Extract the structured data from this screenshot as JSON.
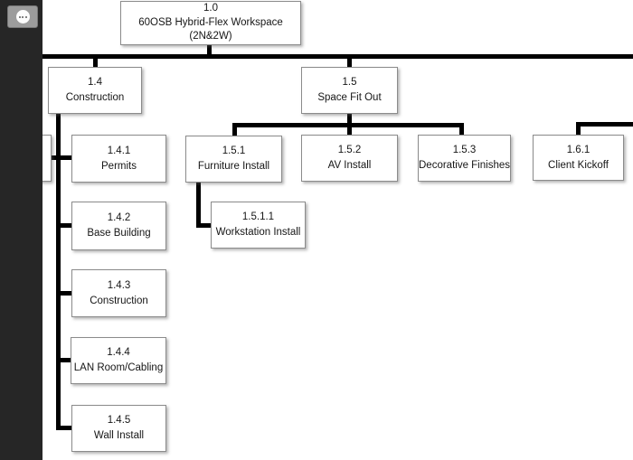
{
  "app": {
    "sidebar": {
      "more_button": "ellipsis-menu"
    }
  },
  "colors": {
    "connector_line": "#000000",
    "node_border": "#8b8b8b",
    "node_bg": "#ffffff",
    "sidebar_bg": "#262626",
    "button_bg": "#9c9c9c"
  },
  "nodes": {
    "root": {
      "id": "1.0",
      "label": "60OSB Hybrid-Flex Workspace",
      "sublabel": "(2N&2W)"
    },
    "n14": {
      "id": "1.4",
      "label": "Construction"
    },
    "n15": {
      "id": "1.5",
      "label": "Space Fit Out"
    },
    "n141": {
      "id": "1.4.1",
      "label": "Permits"
    },
    "n142": {
      "id": "1.4.2",
      "label": "Base Building"
    },
    "n143": {
      "id": "1.4.3",
      "label": "Construction"
    },
    "n144": {
      "id": "1.4.4",
      "label": "LAN Room/Cabling"
    },
    "n145": {
      "id": "1.4.5",
      "label": "Wall Install"
    },
    "n151": {
      "id": "1.5.1",
      "label": "Furniture Install"
    },
    "n1511": {
      "id": "1.5.1.1",
      "label": "Workstation Install"
    },
    "n152": {
      "id": "1.5.2",
      "label": "AV Install"
    },
    "n153": {
      "id": "1.5.3",
      "label": "Decorative Finishes"
    },
    "n161": {
      "id": "1.6.1",
      "label": "Client Kickoff"
    }
  }
}
